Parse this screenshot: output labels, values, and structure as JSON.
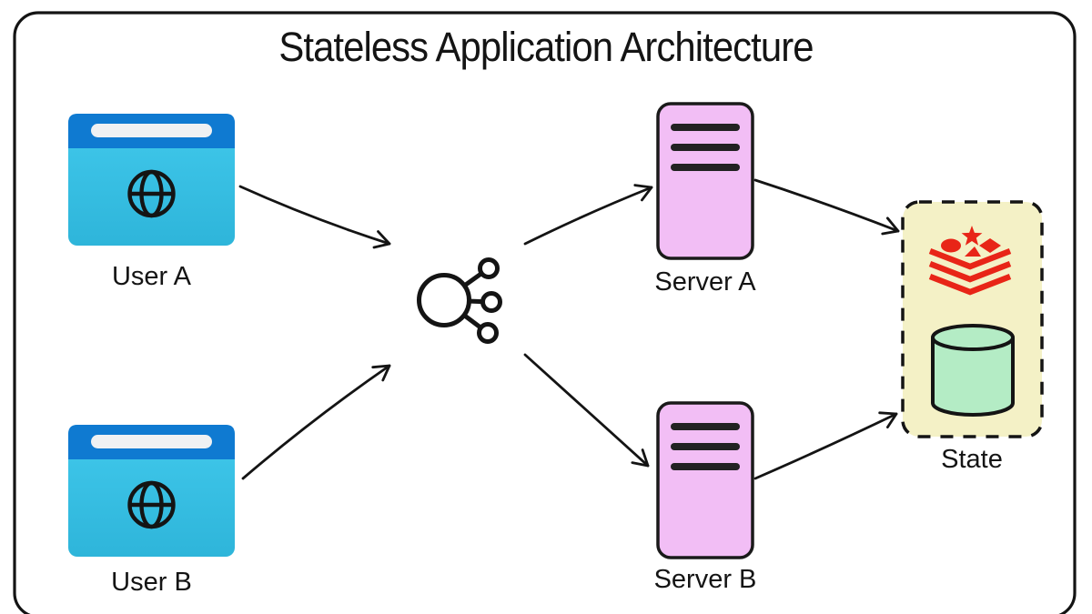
{
  "diagram": {
    "title": "Stateless Application Architecture",
    "nodes": {
      "user_a": {
        "label": "User A",
        "icon": "browser-icon"
      },
      "user_b": {
        "label": "User B",
        "icon": "browser-icon"
      },
      "load_balancer": {
        "label": "",
        "icon": "load-balancer-icon"
      },
      "server_a": {
        "label": "Server A",
        "icon": "server-icon"
      },
      "server_b": {
        "label": "Server B",
        "icon": "server-icon"
      },
      "state": {
        "label": "State",
        "icons": [
          "redis-icon",
          "database-cylinder-icon"
        ]
      }
    },
    "edges": [
      {
        "from": "user_a",
        "to": "load_balancer"
      },
      {
        "from": "user_b",
        "to": "load_balancer"
      },
      {
        "from": "load_balancer",
        "to": "server_a"
      },
      {
        "from": "load_balancer",
        "to": "server_b"
      },
      {
        "from": "server_a",
        "to": "state"
      },
      {
        "from": "server_b",
        "to": "state"
      }
    ],
    "colors": {
      "outline": "#141414",
      "browser_top_bar": "#0f7ad1",
      "browser_body_top": "#41c9ec",
      "browser_body_bottom": "#2eb5da",
      "address_bar": "#eff1f3",
      "server_fill": "#f2bef5",
      "server_bar": "#222222",
      "state_fill": "#f4f1c6",
      "redis_red": "#e82517",
      "cylinder_fill": "#b4ecc5",
      "background": "#ffffff"
    }
  }
}
